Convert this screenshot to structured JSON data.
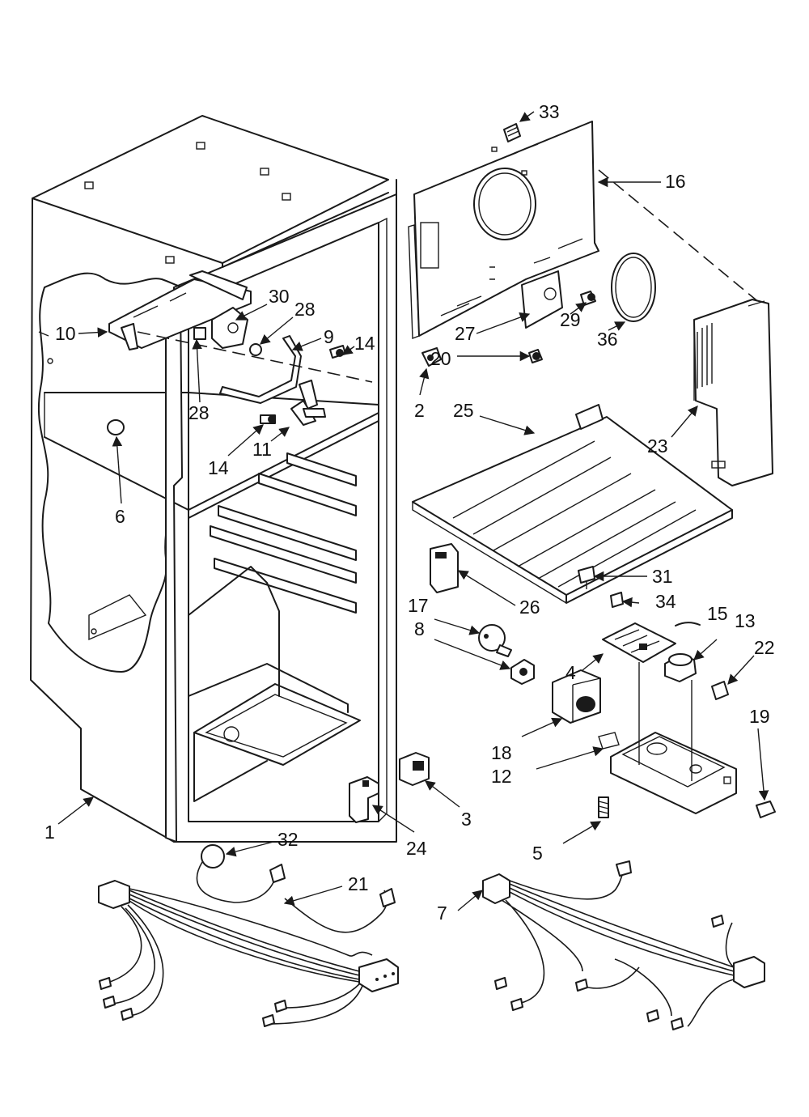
{
  "callouts": {
    "c1": "1",
    "c2": "2",
    "c3": "3",
    "c4": "4",
    "c5": "5",
    "c6": "6",
    "c7": "7",
    "c8": "8",
    "c9": "9",
    "c10": "10",
    "c11": "11",
    "c12": "12",
    "c13": "13",
    "c14a": "14",
    "c14b": "14",
    "c15": "15",
    "c16": "16",
    "c17": "17",
    "c18": "18",
    "c19": "19",
    "c20": "20",
    "c21": "21",
    "c22": "22",
    "c23": "23",
    "c24": "24",
    "c25": "25",
    "c26": "26",
    "c27": "27",
    "c28a": "28",
    "c28b": "28",
    "c29": "29",
    "c30": "30",
    "c31": "31",
    "c32": "32",
    "c33": "33",
    "c34": "34",
    "c36": "36"
  }
}
